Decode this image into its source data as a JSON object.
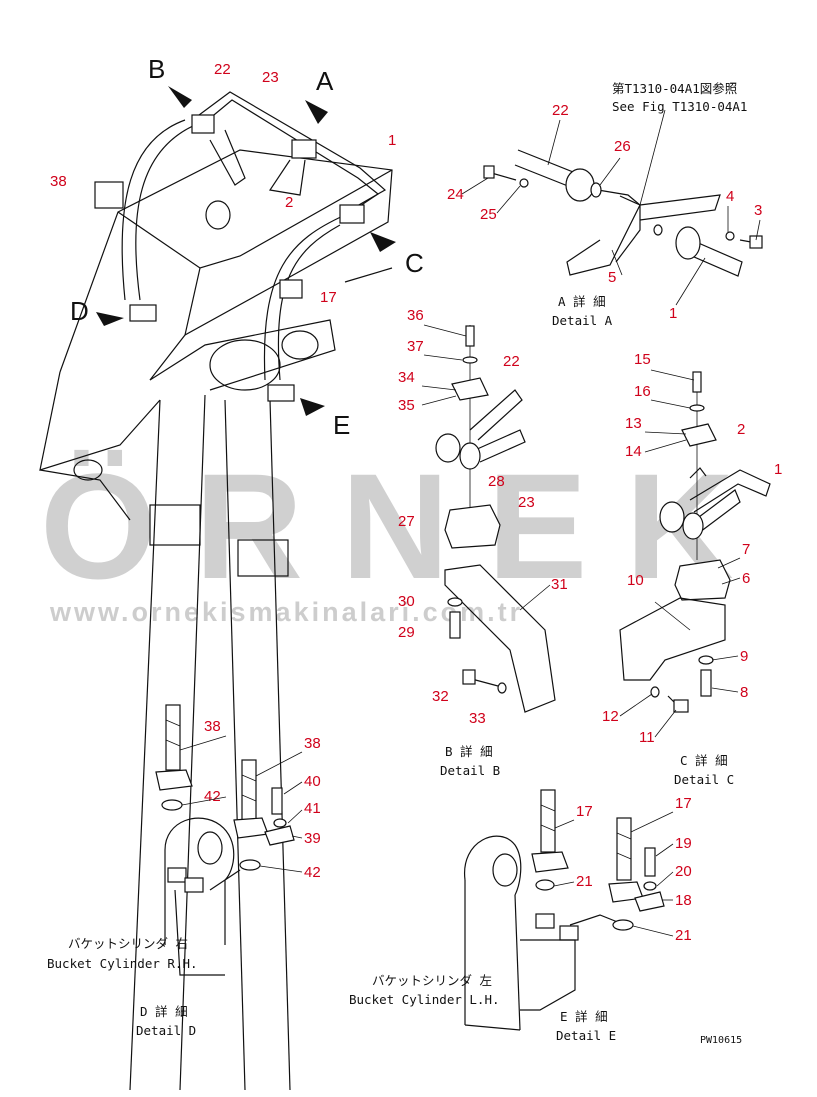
{
  "watermark": {
    "brand": "ÖRNEK",
    "url": "www.ornekismakinalari.com.tr"
  },
  "drawing_code": "PW10615",
  "view_letters": [
    "A",
    "B",
    "C",
    "D",
    "E"
  ],
  "reference": {
    "jp": "第T1310-04A1図参照",
    "en": "See Fig T1310-04A1"
  },
  "details": {
    "a": {
      "jp": "A 詳 細",
      "en": "Detail A"
    },
    "b": {
      "jp": "B 詳 細",
      "en": "Detail B"
    },
    "c": {
      "jp": "C 詳 細",
      "en": "Detail C"
    },
    "d": {
      "jp": "D 詳 細",
      "en": "Detail D"
    },
    "e": {
      "jp": "E 詳 細",
      "en": "Detail E"
    }
  },
  "cylinders": {
    "rh": {
      "jp": "バケットシリンダ 右",
      "en": "Bucket Cylinder R.H."
    },
    "lh": {
      "jp": "バケットシリンダ 左",
      "en": "Bucket Cylinder L.H."
    }
  },
  "part_numbers": {
    "main": [
      "22",
      "23",
      "1",
      "38",
      "2",
      "17"
    ],
    "detail_a": [
      "22",
      "26",
      "24",
      "25",
      "4",
      "3",
      "5",
      "1"
    ],
    "detail_b": [
      "36",
      "37",
      "22",
      "34",
      "35",
      "23",
      "28",
      "27",
      "31",
      "30",
      "29",
      "32",
      "33"
    ],
    "detail_c": [
      "15",
      "16",
      "13",
      "2",
      "14",
      "1",
      "7",
      "6",
      "10",
      "9",
      "8",
      "12",
      "11"
    ],
    "detail_d": [
      "38",
      "38",
      "40",
      "42",
      "41",
      "39",
      "42"
    ],
    "detail_e": [
      "17",
      "17",
      "19",
      "20",
      "21",
      "18",
      "21"
    ]
  }
}
